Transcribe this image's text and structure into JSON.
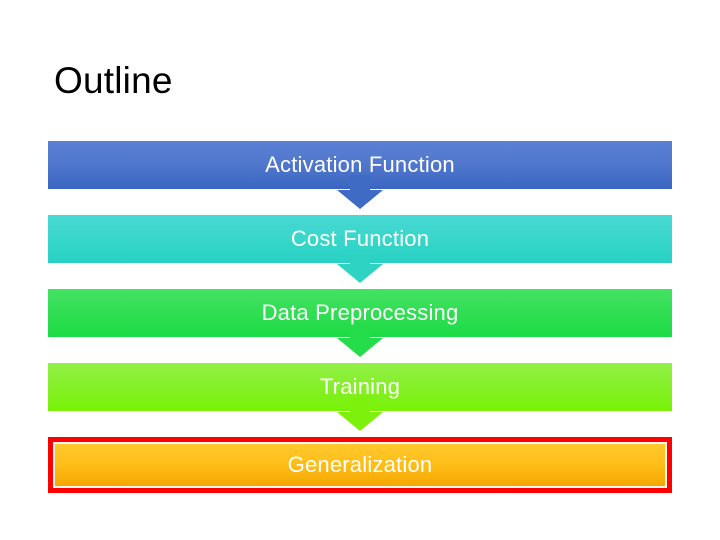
{
  "slide": {
    "title": "Outline",
    "background_color": "#ffffff",
    "title_color": "#000000"
  },
  "flow": {
    "type": "vertical-process-flow",
    "label_color": "#ffffff",
    "highlight_color": "#ff0000",
    "steps": [
      {
        "index": 1,
        "label": "Activation Function",
        "color": "#4a72c8",
        "gradient_from": "#5b80d4",
        "gradient_to": "#3a66c2",
        "highlighted": false
      },
      {
        "index": 2,
        "label": "Cost Function",
        "color": "#35d4c7",
        "gradient_from": "#47d8d2",
        "gradient_to": "#27d2c2",
        "highlighted": false
      },
      {
        "index": 3,
        "label": "Data Preprocessing",
        "color": "#2fdd51",
        "gradient_from": "#43e263",
        "gradient_to": "#1cdb46",
        "highlighted": false
      },
      {
        "index": 4,
        "label": "Training",
        "color": "#86ef2b",
        "gradient_from": "#93f146",
        "gradient_to": "#78f205",
        "highlighted": false
      },
      {
        "index": 5,
        "label": "Generalization",
        "color": "#ffbf1a",
        "gradient_from": "#ffc930",
        "gradient_to": "#f4a600",
        "highlighted": true
      }
    ],
    "connectors": [
      {
        "index": 1,
        "from": "Activation Function",
        "to": "Cost Function",
        "color": "#3f6bc5",
        "icon": "arrow-down-icon"
      },
      {
        "index": 2,
        "from": "Cost Function",
        "to": "Data Preprocessing",
        "color": "#2ed3c4",
        "icon": "arrow-down-icon"
      },
      {
        "index": 3,
        "from": "Data Preprocessing",
        "to": "Training",
        "color": "#25dc4b",
        "icon": "arrow-down-icon"
      },
      {
        "index": 4,
        "from": "Training",
        "to": "Generalization",
        "color": "#7df00c",
        "icon": "arrow-down-icon"
      }
    ]
  }
}
